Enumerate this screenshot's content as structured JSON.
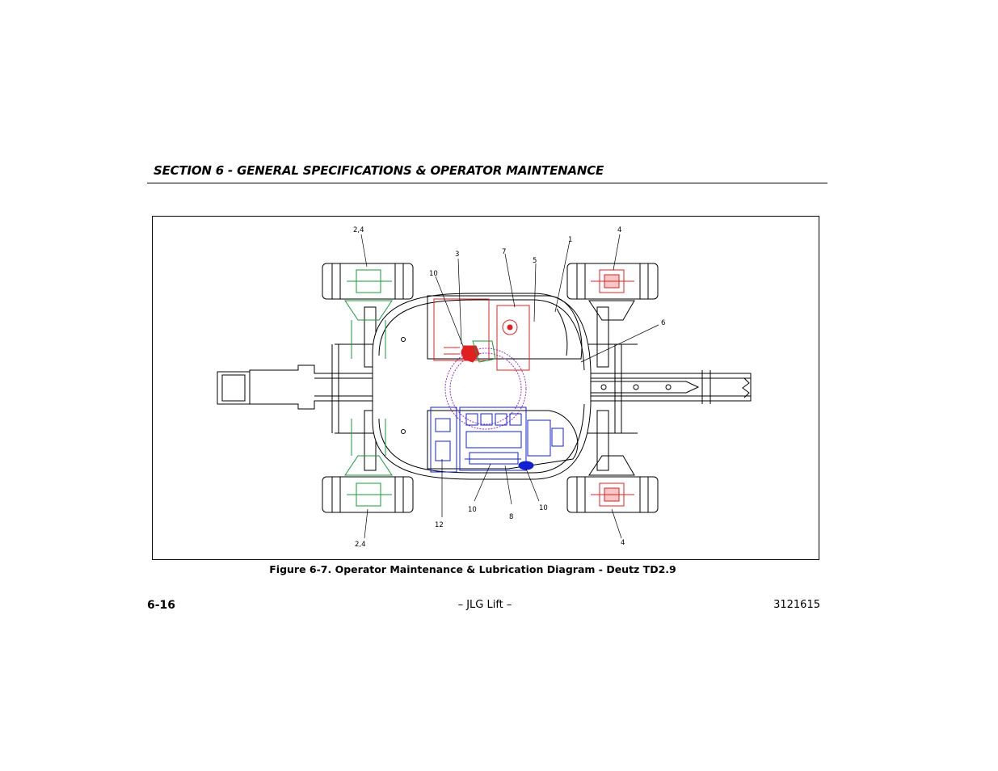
{
  "section_header": "SECTION 6 - GENERAL SPECIFICATIONS & OPERATOR MAINTENANCE",
  "figure": {
    "caption": "Figure 6-7. Operator Maintenance & Lubrication Diagram - Deutz TD2.9",
    "callouts": {
      "tl_24": "2,4",
      "bl_24": "2,4",
      "tr_4": "4",
      "br_4": "4",
      "c1": "1",
      "c3": "3",
      "c5": "5",
      "c6": "6",
      "c7": "7",
      "c8": "8",
      "c10_top": "10",
      "c10_bl": "10",
      "c10_br": "10",
      "c12": "12"
    },
    "colors": {
      "steer_green": "#1a9a3a",
      "axle_red": "#e02020",
      "engine_blue": "#1020d0",
      "bearing_purple": "#9b30d0",
      "outline": "#000000"
    }
  },
  "footer": {
    "page_number": "6-16",
    "center": "– JLG Lift –",
    "doc_number": "3121615"
  }
}
